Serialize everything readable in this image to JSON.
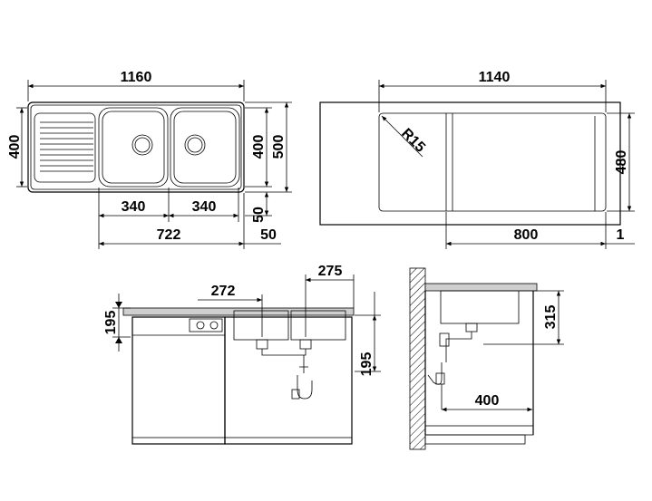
{
  "dimensions": {
    "top_left": {
      "overall_width": "1160",
      "height_inner": "400",
      "height_right": "400",
      "height_outer": "500",
      "bowl_spacing_left": "340",
      "bowl_spacing_right": "340",
      "offset_side": "50",
      "bottom_total": "722",
      "bottom_offset": "50"
    },
    "top_right": {
      "cutout_width": "1140",
      "radius": "R15",
      "cutout_depth": "480",
      "drainer_width": "800",
      "edge_gap": "1"
    },
    "bottom_left": {
      "spacing_a": "272",
      "spacing_b": "275",
      "depth_left": "195",
      "depth_right": "195"
    },
    "bottom_right": {
      "depth": "315",
      "waste_offset": "400"
    }
  }
}
